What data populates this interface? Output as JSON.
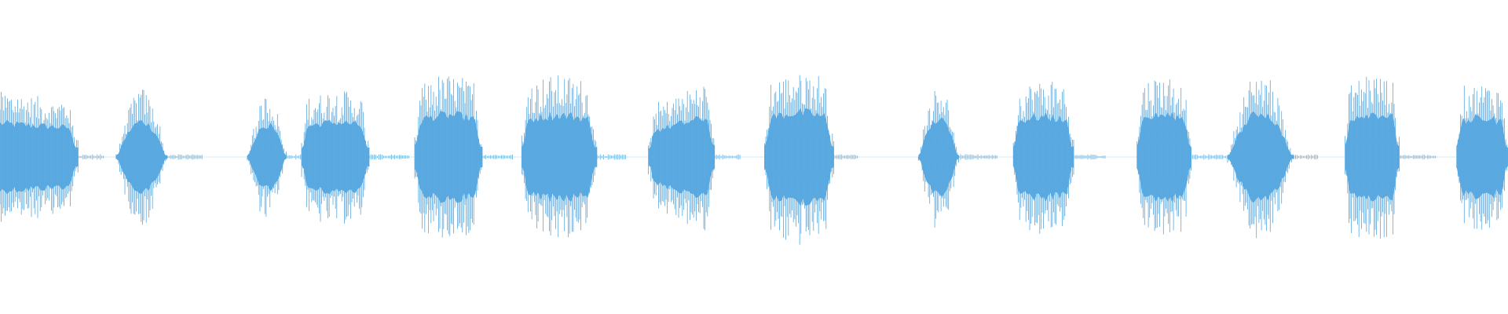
{
  "waveform": {
    "color": "#5aa9e0",
    "background": "#ffffff",
    "segments": [
      {
        "start": 0.0,
        "end": 0.052,
        "amplitude": 0.42,
        "shape": "ramp-down"
      },
      {
        "start": 0.077,
        "end": 0.111,
        "amplitude": 0.44,
        "shape": "hump"
      },
      {
        "start": 0.164,
        "end": 0.19,
        "amplitude": 0.4,
        "shape": "hump"
      },
      {
        "start": 0.2,
        "end": 0.245,
        "amplitude": 0.43,
        "shape": "flat"
      },
      {
        "start": 0.275,
        "end": 0.32,
        "amplitude": 0.52,
        "shape": "flat"
      },
      {
        "start": 0.346,
        "end": 0.396,
        "amplitude": 0.52,
        "shape": "flat"
      },
      {
        "start": 0.43,
        "end": 0.474,
        "amplitude": 0.52,
        "shape": "ramp-up"
      },
      {
        "start": 0.507,
        "end": 0.553,
        "amplitude": 0.55,
        "shape": "flat"
      },
      {
        "start": 0.609,
        "end": 0.636,
        "amplitude": 0.47,
        "shape": "hump"
      },
      {
        "start": 0.672,
        "end": 0.712,
        "amplitude": 0.5,
        "shape": "flat"
      },
      {
        "start": 0.754,
        "end": 0.79,
        "amplitude": 0.52,
        "shape": "flat"
      },
      {
        "start": 0.814,
        "end": 0.858,
        "amplitude": 0.55,
        "shape": "hump"
      },
      {
        "start": 0.892,
        "end": 0.928,
        "amplitude": 0.54,
        "shape": "flat"
      },
      {
        "start": 0.966,
        "end": 1.0,
        "amplitude": 0.48,
        "shape": "flat"
      }
    ]
  }
}
